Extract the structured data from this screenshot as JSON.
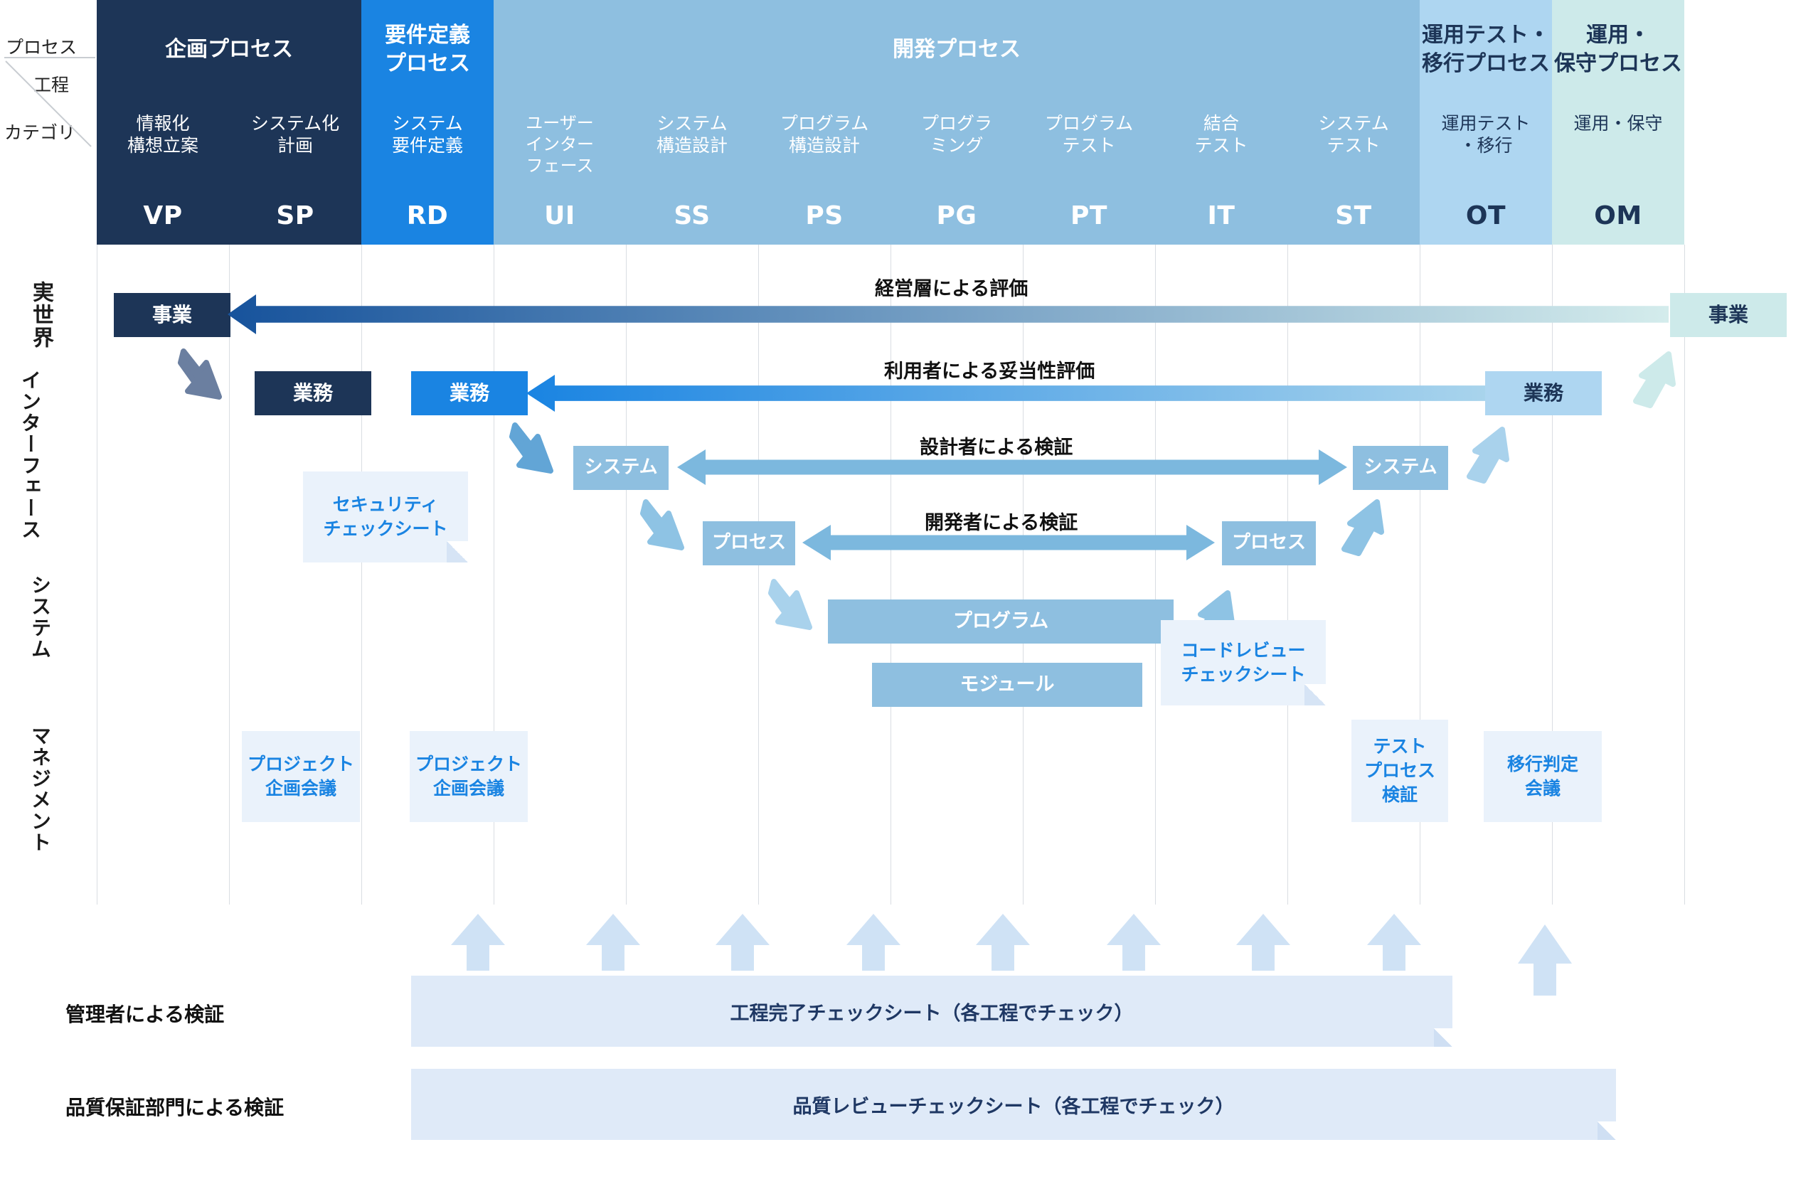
{
  "legend": {
    "process": "プロセス",
    "stage": "工程",
    "category": "カテゴリ"
  },
  "processes": [
    {
      "label": "企画プロセス",
      "bg": "#1d3557",
      "fg": "#ffffff"
    },
    {
      "label": "要件定義\nプロセス",
      "bg": "#1a84e2",
      "fg": "#ffffff"
    },
    {
      "label": "開発プロセス",
      "bg": "#8ebfe0",
      "fg": "#ffffff"
    },
    {
      "label": "運用テスト・\n移行プロセス",
      "bg": "#aed6f1",
      "fg": "#1d3557"
    },
    {
      "label": "運用・\n保守プロセス",
      "bg": "#cdeaea",
      "fg": "#1d3557"
    }
  ],
  "stages": [
    {
      "jp": "情報化\n構想立案",
      "code": "VP",
      "bg": "#1d3557",
      "fg": "#ffffff"
    },
    {
      "jp": "システム化\n計画",
      "code": "SP",
      "bg": "#1d3557",
      "fg": "#ffffff"
    },
    {
      "jp": "システム\n要件定義",
      "code": "RD",
      "bg": "#1a84e2",
      "fg": "#ffffff"
    },
    {
      "jp": "ユーザー\nインター\nフェース",
      "code": "UI",
      "bg": "#8ebfe0",
      "fg": "#ffffff"
    },
    {
      "jp": "システム\n構造設計",
      "code": "SS",
      "bg": "#8ebfe0",
      "fg": "#ffffff"
    },
    {
      "jp": "プログラム\n構造設計",
      "code": "PS",
      "bg": "#8ebfe0",
      "fg": "#ffffff"
    },
    {
      "jp": "プログラ\nミング",
      "code": "PG",
      "bg": "#8ebfe0",
      "fg": "#ffffff"
    },
    {
      "jp": "プログラム\nテスト",
      "code": "PT",
      "bg": "#8ebfe0",
      "fg": "#ffffff"
    },
    {
      "jp": "結合\nテスト",
      "code": "IT",
      "bg": "#8ebfe0",
      "fg": "#ffffff"
    },
    {
      "jp": "システム\nテスト",
      "code": "ST",
      "bg": "#8ebfe0",
      "fg": "#ffffff"
    },
    {
      "jp": "運用テスト\n・移行",
      "code": "OT",
      "bg": "#aed6f1",
      "fg": "#1d3557"
    },
    {
      "jp": "運用・保守",
      "code": "OM",
      "bg": "#cdeaea",
      "fg": "#1d3557"
    }
  ],
  "row_labels": [
    {
      "text": "実世界"
    },
    {
      "text": "インターフェース"
    },
    {
      "text": "システム"
    },
    {
      "text": "マネジメント"
    }
  ],
  "left_boxes": [
    {
      "text": "事業",
      "bg": "#1d3557",
      "fg": "#ffffff"
    },
    {
      "text": "業務",
      "bg": "#1d3557",
      "fg": "#ffffff"
    },
    {
      "text": "業務",
      "bg": "#1a84e2",
      "fg": "#ffffff"
    },
    {
      "text": "システム",
      "bg": "#8ebfe0",
      "fg": "#ffffff"
    },
    {
      "text": "プロセス",
      "bg": "#8ebfe0",
      "fg": "#ffffff"
    },
    {
      "text": "プログラム",
      "bg": "#8ebfe0",
      "fg": "#ffffff"
    },
    {
      "text": "モジュール",
      "bg": "#8ebfe0",
      "fg": "#ffffff"
    }
  ],
  "right_boxes": [
    {
      "text": "事業",
      "bg": "#cdeaea",
      "fg": "#1d3557"
    },
    {
      "text": "業務",
      "bg": "#aed6f1",
      "fg": "#1d3557"
    },
    {
      "text": "システム",
      "bg": "#8ebfe0",
      "fg": "#ffffff"
    },
    {
      "text": "プロセス",
      "bg": "#8ebfe0",
      "fg": "#ffffff"
    }
  ],
  "verification_arrows": [
    {
      "label": "経営層による評価"
    },
    {
      "label": "利用者による妥当性評価"
    },
    {
      "label": "設計者による検証"
    },
    {
      "label": "開発者による検証"
    }
  ],
  "notes": [
    {
      "text": "セキュリティ\nチェックシート"
    },
    {
      "text": "コードレビュー\nチェックシート"
    }
  ],
  "management_boxes": [
    {
      "text": "プロジェクト\n企画会議"
    },
    {
      "text": "プロジェクト\n企画会議"
    },
    {
      "text": "テスト\nプロセス\n検証"
    },
    {
      "text": "移行判定\n会議"
    }
  ],
  "bottom_rows": [
    {
      "side_label": "管理者による検証",
      "bar_text": "工程完了チェックシート（各工程でチェック）"
    },
    {
      "side_label": "品質保証部門による検証",
      "bar_text": "品質レビューチェックシート（各工程でチェック）"
    }
  ],
  "colors": {
    "navy": "#1d3557",
    "blue": "#1a84e2",
    "midblue": "#8ebfe0",
    "lightblue": "#aed6f1",
    "teal": "#cdeaea",
    "pale": "#eaf2fb",
    "barpale": "#dfeaf8",
    "gridline": "#d9dde2"
  }
}
